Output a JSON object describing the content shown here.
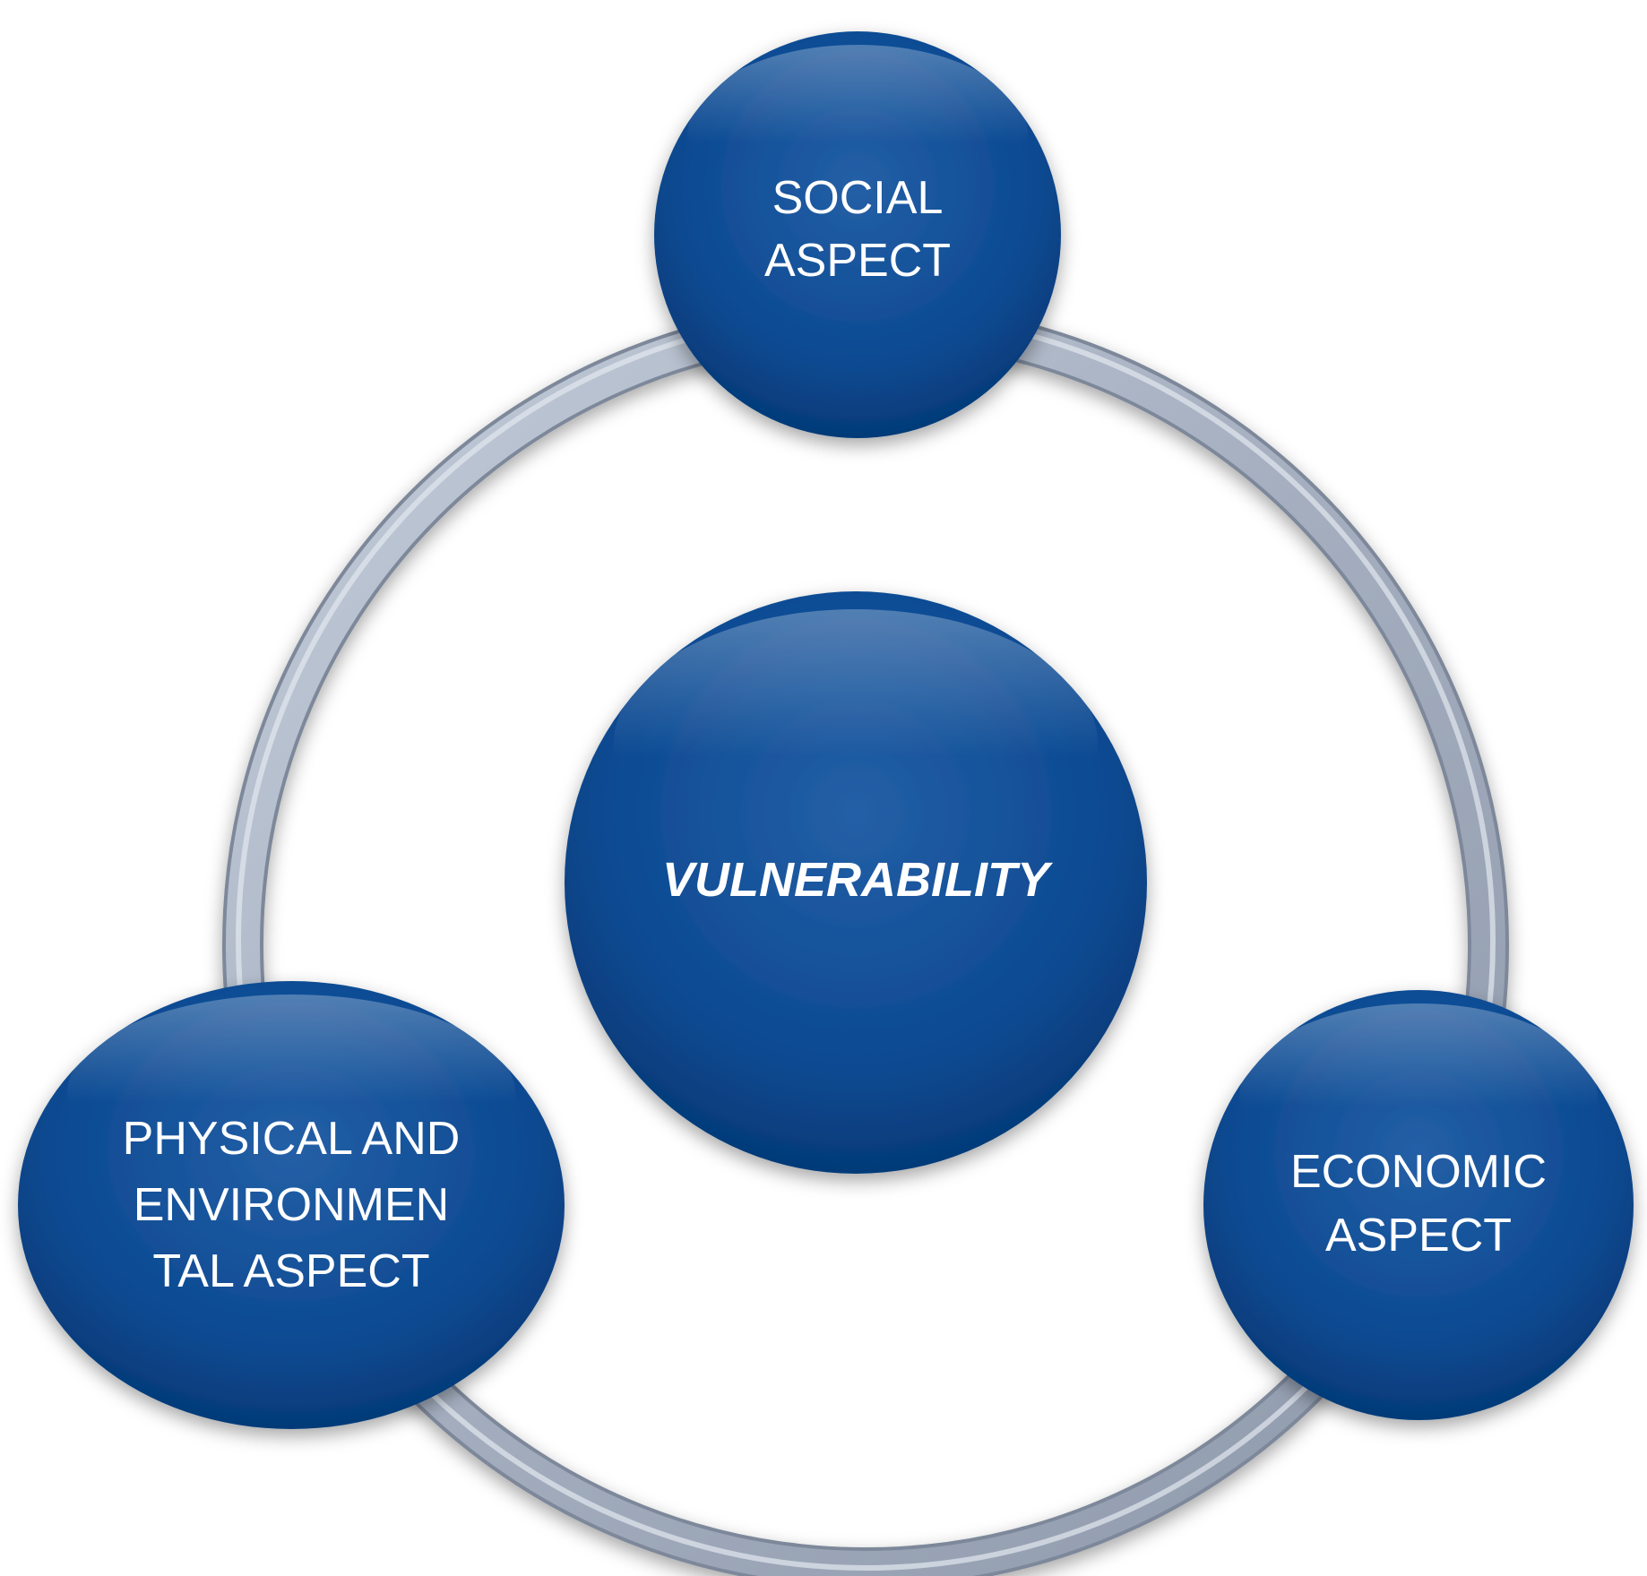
{
  "diagram": {
    "center": {
      "label": "VULNERABILITY"
    },
    "nodes": [
      {
        "id": "social",
        "lines": [
          "SOCIAL",
          "ASPECT"
        ]
      },
      {
        "id": "economic",
        "lines": [
          "ECONOMIC",
          "ASPECT"
        ]
      },
      {
        "id": "physical",
        "lines": [
          "PHYSICAL AND",
          "ENVIRONMEN",
          "TAL ASPECT"
        ]
      }
    ]
  },
  "colors": {
    "node_fill_light": "#2a67ad",
    "node_fill_dark": "#003b7e",
    "ring": "#a9b4c6",
    "text": "#ffffff"
  }
}
